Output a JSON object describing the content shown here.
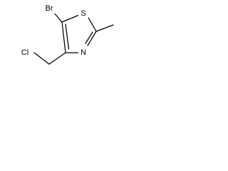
{
  "structure": {
    "atoms": {
      "br": "Br",
      "s": "S",
      "n": "N",
      "cl": "Cl"
    }
  }
}
